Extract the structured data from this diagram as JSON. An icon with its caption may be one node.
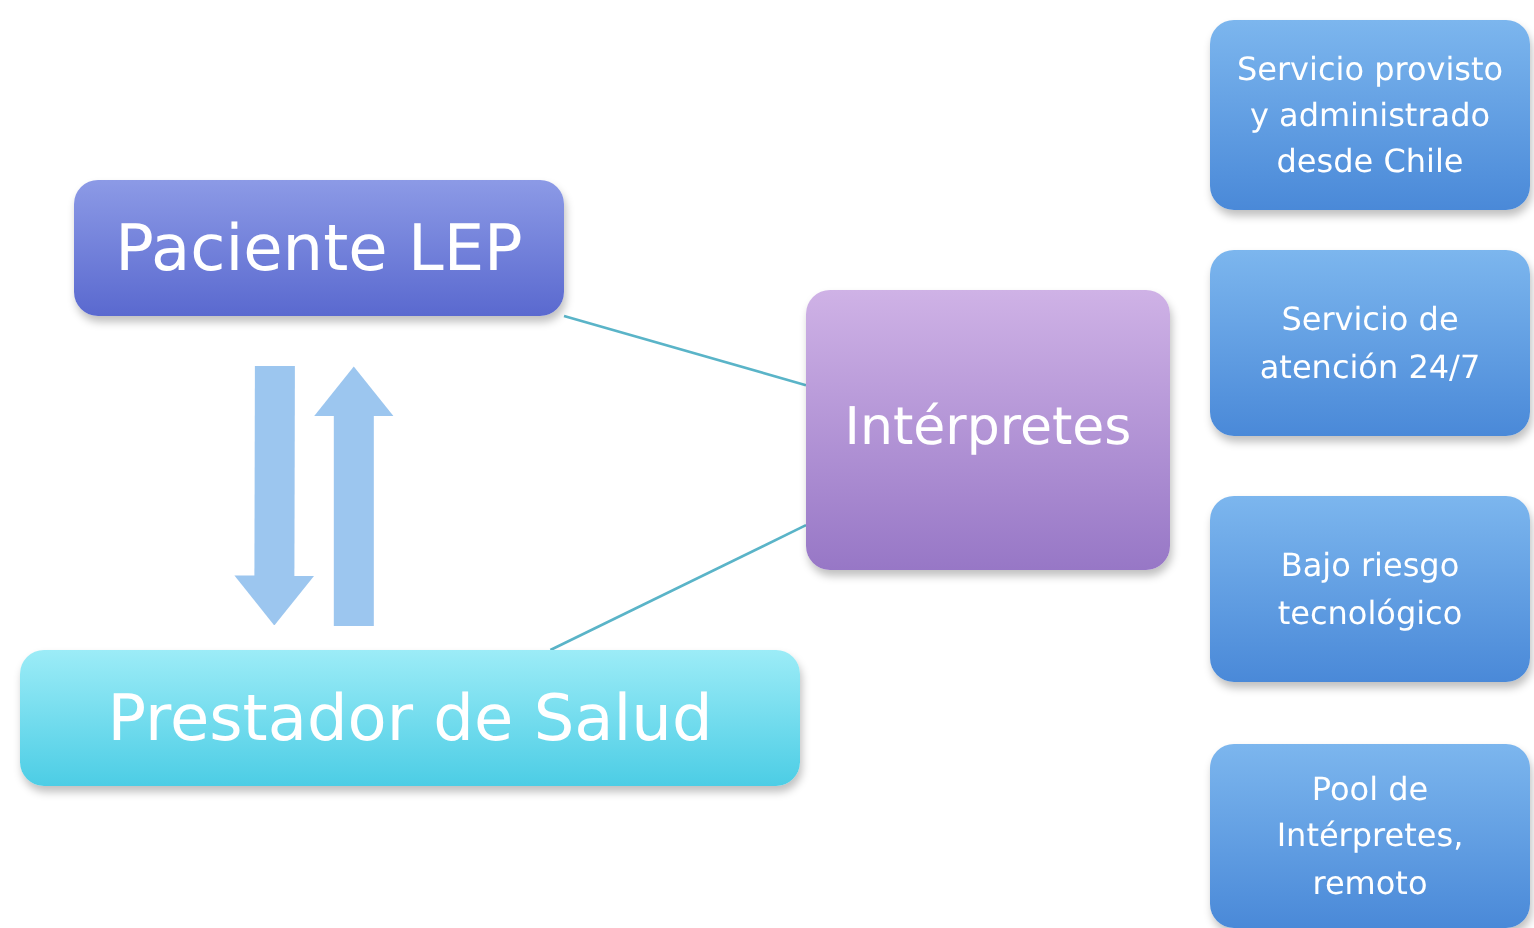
{
  "diagram": {
    "nodes": [
      {
        "text": [
          "Paciente LEP"
        ]
      },
      {
        "text": [
          "Prestador de Salud"
        ]
      },
      {
        "text": [
          "Intérpretes"
        ]
      },
      {
        "text": [
          "Servicio provisto y administrado desde Chile"
        ]
      },
      {
        "text": [
          "Servicio de atención 24/7"
        ]
      },
      {
        "text": [
          "Bajo riesgo tecnológico"
        ]
      },
      {
        "text": [
          "Pool de Intérpretes, remoto"
        ]
      }
    ],
    "edges": [
      {
        "from": 0,
        "to": 1,
        "arrow": "to",
        "style": "thick"
      },
      {
        "from": 1,
        "to": 0,
        "arrow": "to",
        "style": "thick"
      },
      {
        "from": 0,
        "to": 2,
        "arrow": "none"
      },
      {
        "from": 1,
        "to": 2,
        "arrow": "none"
      }
    ]
  }
}
